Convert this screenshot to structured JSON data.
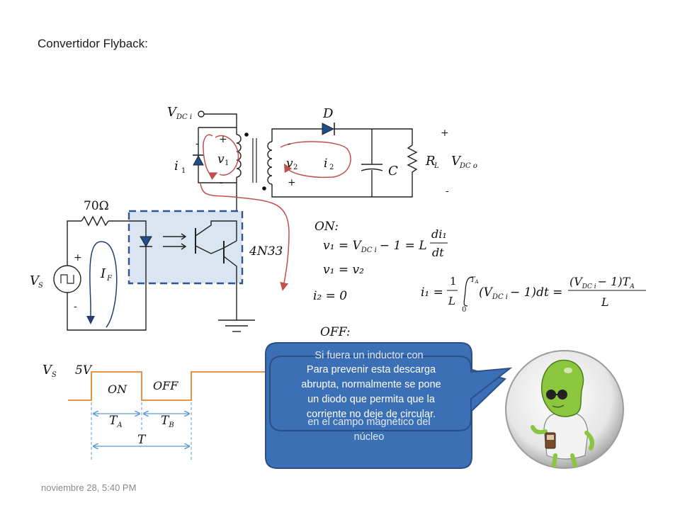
{
  "title": "Convertidor Flyback:",
  "footer_timestamp": "noviembre 28, 5:40 PM",
  "circuit": {
    "vdc_in": "V",
    "vdc_in_sub": "DC i",
    "diode_d": "D",
    "i1": "i",
    "i1_sub": "1",
    "v1": "v",
    "v1_sub": "1",
    "v2": "v",
    "v2_sub": "2",
    "i2": "i",
    "i2_sub": "2",
    "cap": "C",
    "rl": "R",
    "rl_sub": "L",
    "vdc_out": "V",
    "vdc_out_sub": "DC o",
    "plus": "+",
    "minus": "-",
    "resistor": "70Ω",
    "opto": "4N33",
    "vs": "V",
    "vs_sub": "S",
    "if": "I",
    "if_sub": "F"
  },
  "equations": {
    "on_label": "ON",
    "colon": ":",
    "eq1": "v₁ = V",
    "eq1_sub": "DC i",
    "eq1_rest": "− 1 = L",
    "di": "di₁",
    "dt": "dt",
    "eq2": "v₁ = v₂",
    "eq3": "i₂ = 0",
    "eq4_lhs": "i₁ =",
    "one": "1",
    "L": "L",
    "int_upper": "T",
    "int_upper_sub": "A",
    "int_lower": "0",
    "int_body": "(V",
    "int_body_sub": "DC i",
    "int_body_rest": "− 1)dt =",
    "frac_num": "(V",
    "frac_num_sub": "DC i",
    "frac_num_rest": "− 1)T",
    "frac_num_sub2": "A",
    "off_label": "OFF"
  },
  "timing": {
    "vs": "V",
    "vs_sub": "S",
    "amplitude": "5V",
    "on": "ON",
    "off": "OFF",
    "ta": "T",
    "ta_sub": "A",
    "tb": "T",
    "tb_sub": "B",
    "t": "T"
  },
  "callouts": {
    "back_lines": [
      "Si fuera un inductor con",
      "",
      "",
      "",
      "en el campo  magnético del",
      "núcleo"
    ],
    "front_lines": [
      "Para prevenir esta descarga",
      "abrupta, normalmente se pone",
      "un diodo que permita que la",
      "corriente no deje de circular."
    ]
  },
  "colors": {
    "callout_fill": "#3b6fb6",
    "callout_stroke": "#2c4f86",
    "opto_box_fill": "#dbe4f1",
    "opto_box_stroke": "#2d5593",
    "current_loop": "#c0504d",
    "input_loop": "#1f3f73",
    "waveform": "#e6852a",
    "timing_guides": "#5b9bd5",
    "diode_fill": "#1f4e8c"
  }
}
